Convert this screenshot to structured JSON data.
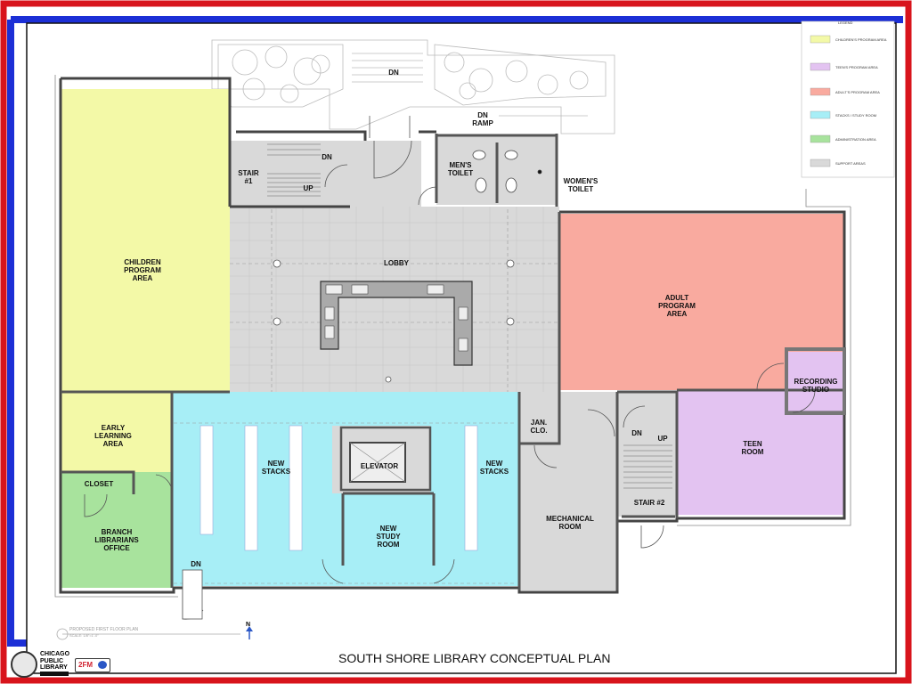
{
  "sheet": {
    "title": "SOUTH SHORE LIBRARY CONCEPTUAL PLAN",
    "plan_caption": "PROPOSED FIRST FLOOR PLAN",
    "plan_scale": "SCALE: 1/8\"=1'-0\"",
    "north_label": "N",
    "border_colors": {
      "outer": "#d8141c",
      "inner": "#1c2fd6"
    }
  },
  "legend": {
    "title": "LEGEND",
    "items": [
      {
        "label": "CHILDREN'S PROGRAM AREA",
        "color": "#f3f9a7"
      },
      {
        "label": "TEEN'S PROGRAM AREA",
        "color": "#e3c3f1"
      },
      {
        "label": "ADULT'S PROGRAM AREA",
        "color": "#f9aa9f"
      },
      {
        "label": "STACKS / STUDY ROOM",
        "color": "#a7eef6"
      },
      {
        "label": "ADMINISTRATION AREA",
        "color": "#a8e39d"
      },
      {
        "label": "SUPPORT AREAS",
        "color": "#d9d9d9"
      }
    ]
  },
  "rooms": {
    "children_program": "CHILDREN\nPROGRAM\nAREA",
    "early_learning": "EARLY\nLEARNING\nAREA",
    "closet": "CLOSET",
    "branch_office": "BRANCH\nLIBRARIANS\nOFFICE",
    "lobby": "LOBBY",
    "stair1": "STAIR\n#1",
    "stair1_dn": "DN",
    "stair1_up": "UP",
    "mens_toilet": "MEN'S\nTOILET",
    "womens_toilet": "WOMEN'S\nTOILET",
    "entry_dn": "DN",
    "ramp": "DN\nRAMP",
    "adult_program": "ADULT\nPROGRAM\nAREA",
    "recording_studio": "RECORDING\nSTUDIO",
    "teen_room": "TEEN\nROOM",
    "jan_clo": "JAN.\nCLO.",
    "mechanical_room": "MECHANICAL\nROOM",
    "stair2": "STAIR #2",
    "stair2_dn": "DN",
    "stair2_up": "UP",
    "elevator": "ELEVATOR",
    "new_stacks_left": "NEW\nSTACKS",
    "new_stacks_right": "NEW\nSTACKS",
    "new_study_room": "NEW\nSTUDY\nROOM",
    "exit_dn": "DN"
  },
  "logo": {
    "cpl_text": "CHICAGO\nPUBLIC\nLIBRARY",
    "badge_text": "2FM"
  }
}
